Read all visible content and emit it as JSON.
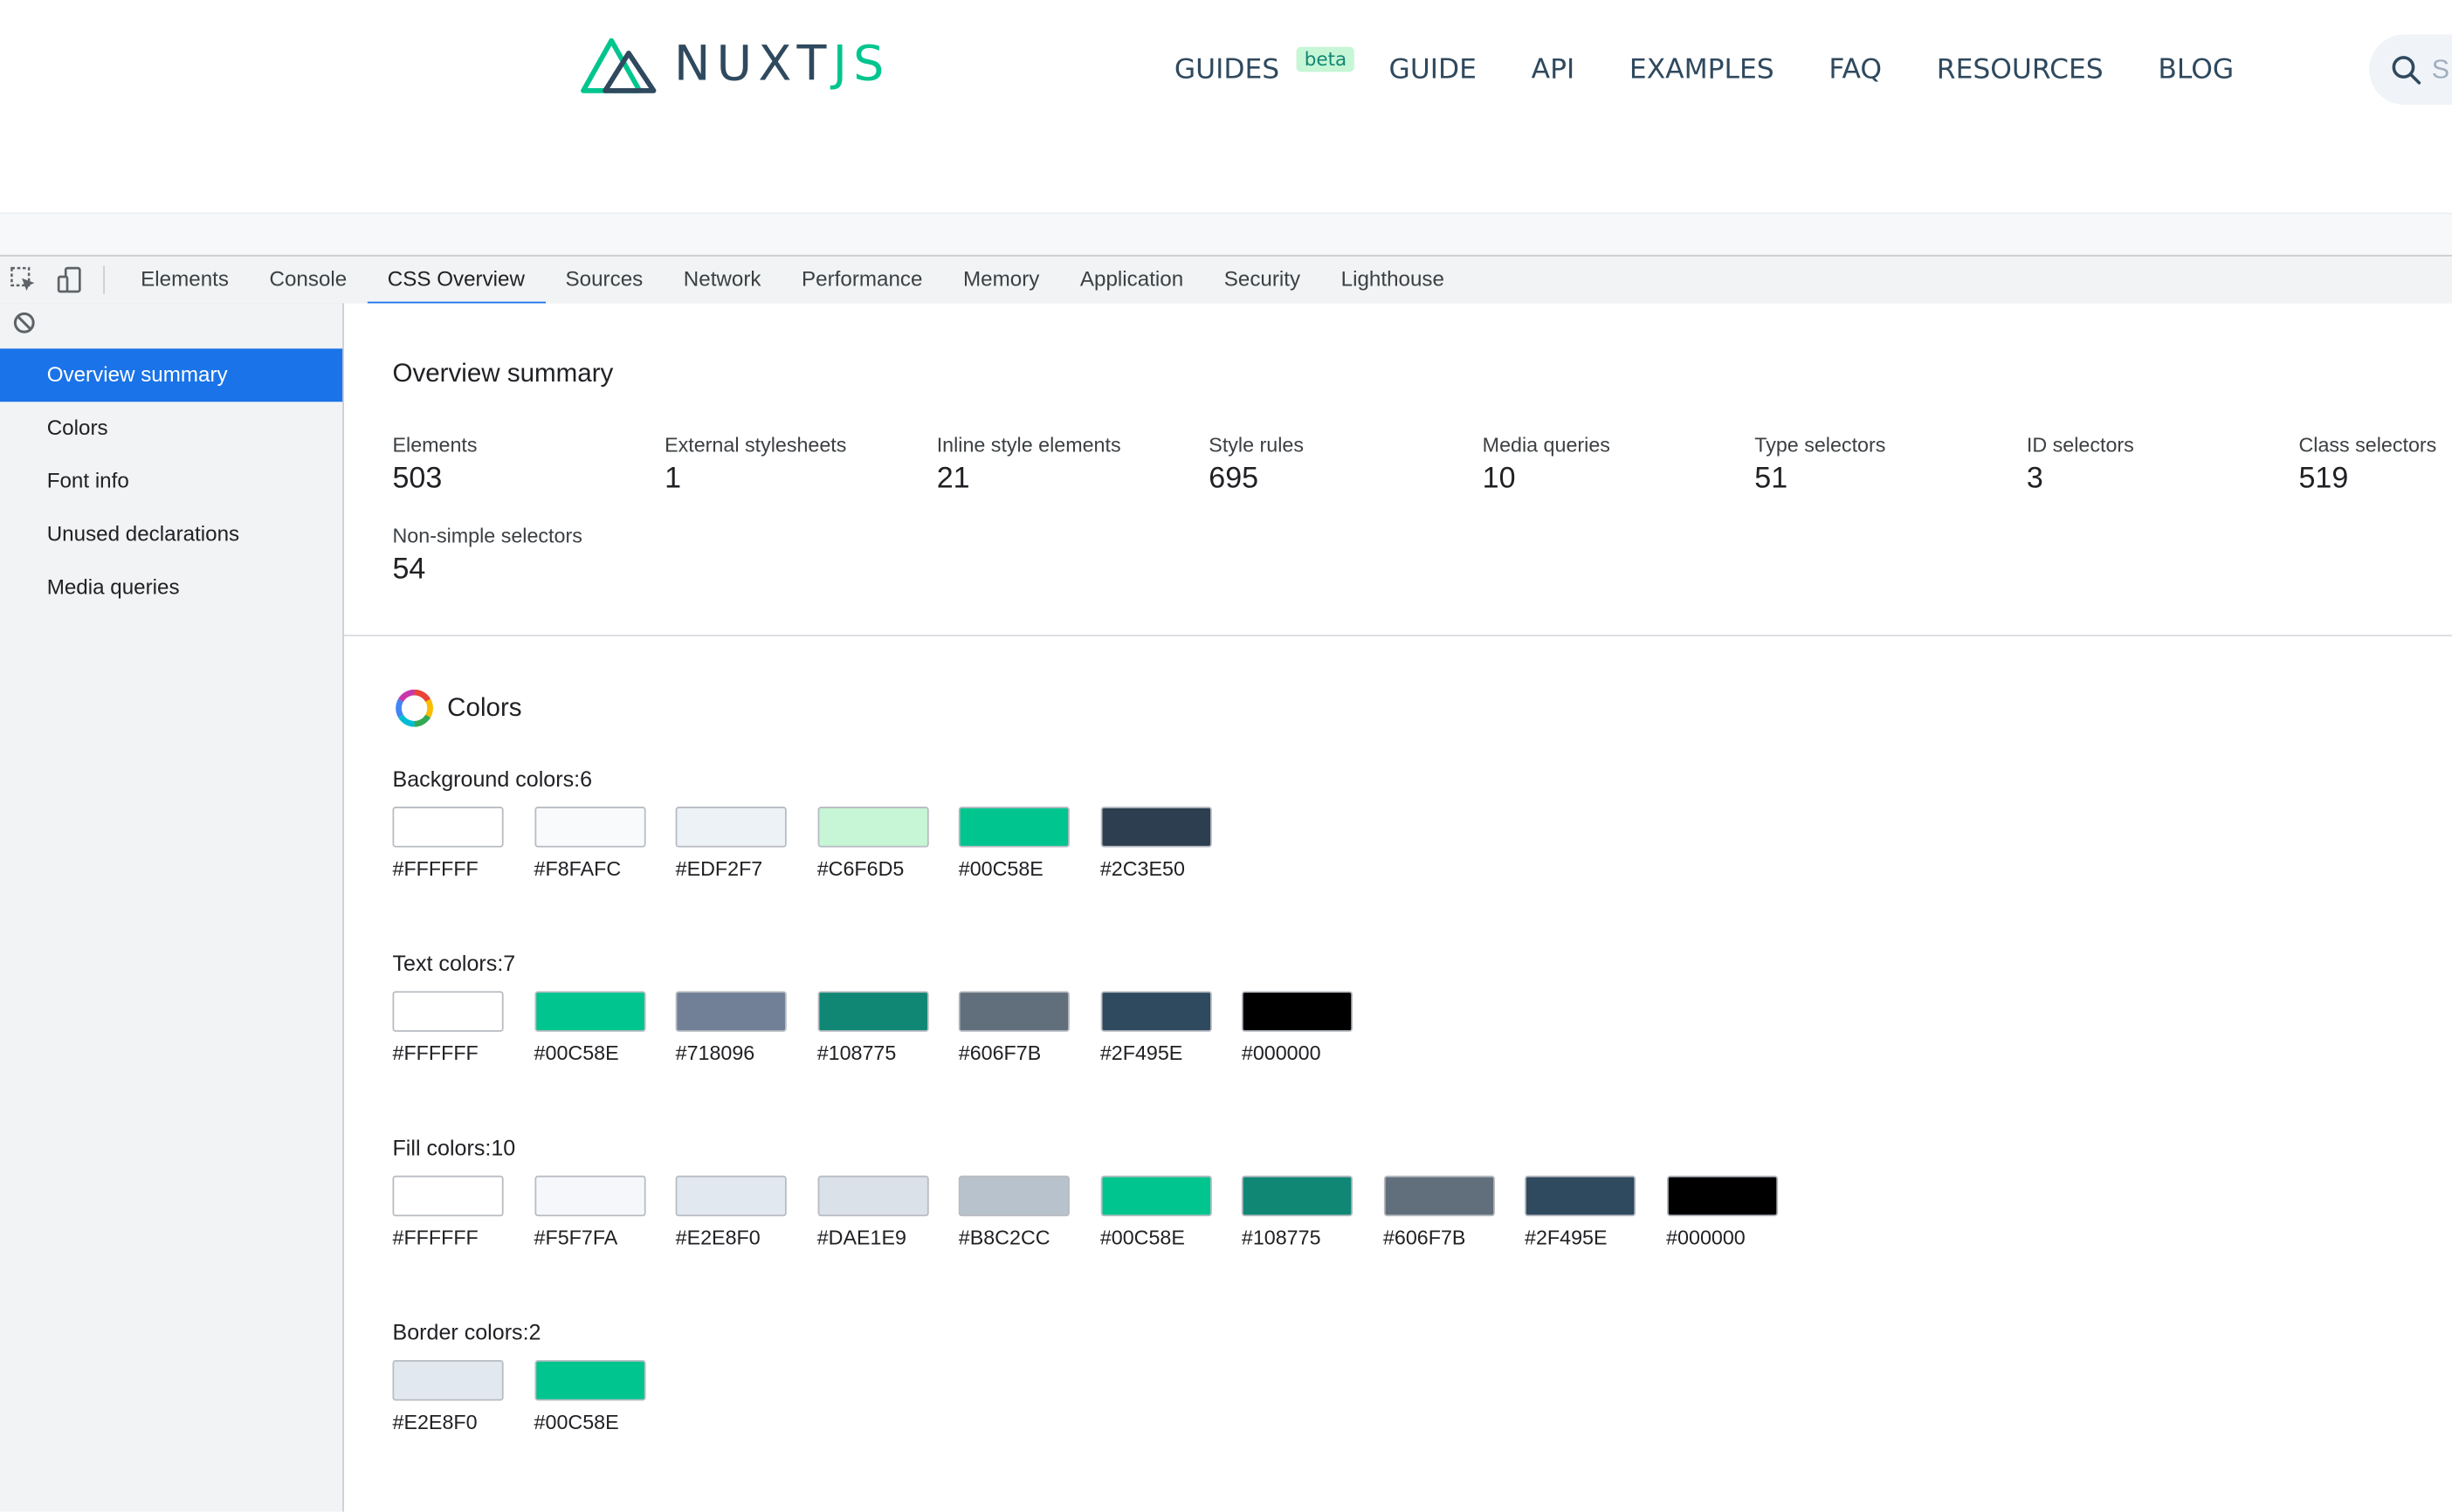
{
  "site": {
    "logo_text_a": "NUXT",
    "logo_text_b": "JS",
    "nav": [
      {
        "label": "GUIDES",
        "badge": "beta"
      },
      {
        "label": "GUIDE"
      },
      {
        "label": "API"
      },
      {
        "label": "EXAMPLES"
      },
      {
        "label": "FAQ"
      },
      {
        "label": "RESOURCES"
      },
      {
        "label": "BLOG"
      }
    ],
    "search_placeholder": "S",
    "brand_colors": {
      "dark": "#2F495E",
      "green": "#00C58E"
    }
  },
  "devtools": {
    "tabs": [
      "Elements",
      "Console",
      "CSS Overview",
      "Sources",
      "Network",
      "Performance",
      "Memory",
      "Application",
      "Security",
      "Lighthouse"
    ],
    "active_tab": "CSS Overview",
    "icons": [
      "inspect-element-icon",
      "device-toolbar-icon",
      "clear-icon"
    ],
    "accent": "#1A73E8"
  },
  "sidebar": {
    "items": [
      "Overview summary",
      "Colors",
      "Font info",
      "Unused declarations",
      "Media queries"
    ],
    "active": "Overview summary"
  },
  "summary": {
    "title": "Overview summary",
    "stats": [
      {
        "label": "Elements",
        "value": "503"
      },
      {
        "label": "External stylesheets",
        "value": "1"
      },
      {
        "label": "Inline style elements",
        "value": "21"
      },
      {
        "label": "Style rules",
        "value": "695"
      },
      {
        "label": "Media queries",
        "value": "10"
      },
      {
        "label": "Type selectors",
        "value": "51"
      },
      {
        "label": "ID selectors",
        "value": "3"
      },
      {
        "label": "Class selectors",
        "value": "519"
      },
      {
        "label": "Non-simple selectors",
        "value": "54"
      }
    ]
  },
  "colors": {
    "title": "Colors",
    "groups": [
      {
        "label": "Background colors:6",
        "swatches": [
          "#FFFFFF",
          "#F8FAFC",
          "#EDF2F7",
          "#C6F6D5",
          "#00C58E",
          "#2C3E50"
        ]
      },
      {
        "label": "Text colors:7",
        "swatches": [
          "#FFFFFF",
          "#00C58E",
          "#718096",
          "#108775",
          "#606F7B",
          "#2F495E",
          "#000000"
        ]
      },
      {
        "label": "Fill colors:10",
        "swatches": [
          "#FFFFFF",
          "#F5F7FA",
          "#E2E8F0",
          "#DAE1E9",
          "#B8C2CC",
          "#00C58E",
          "#108775",
          "#606F7B",
          "#2F495E",
          "#000000"
        ]
      },
      {
        "label": "Border colors:2",
        "swatches": [
          "#E2E8F0",
          "#00C58E"
        ]
      }
    ]
  }
}
